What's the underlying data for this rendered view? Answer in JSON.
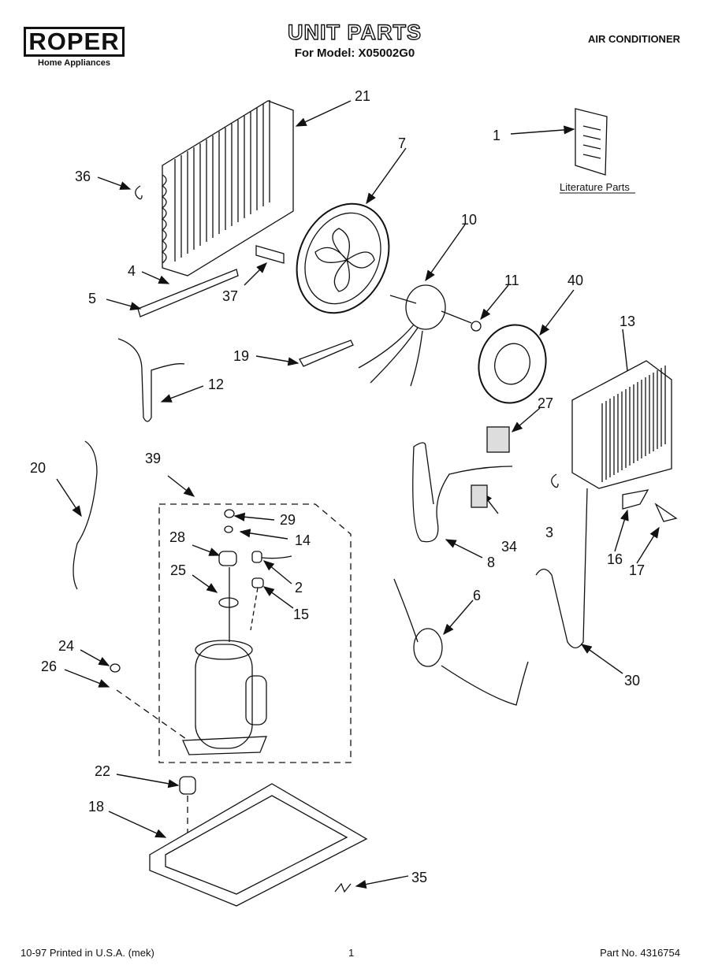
{
  "header": {
    "brand": "ROPER",
    "brand_sub": "Home Appliances",
    "title": "UNIT PARTS",
    "model_line": "For Model: X05002G0",
    "category": "AIR CONDITIONER"
  },
  "literature_label": "Literature Parts",
  "callouts": [
    {
      "n": "1"
    },
    {
      "n": "2"
    },
    {
      "n": "3"
    },
    {
      "n": "4"
    },
    {
      "n": "5"
    },
    {
      "n": "6"
    },
    {
      "n": "7"
    },
    {
      "n": "8"
    },
    {
      "n": "10"
    },
    {
      "n": "11"
    },
    {
      "n": "12"
    },
    {
      "n": "13"
    },
    {
      "n": "14"
    },
    {
      "n": "15"
    },
    {
      "n": "16"
    },
    {
      "n": "17"
    },
    {
      "n": "18"
    },
    {
      "n": "19"
    },
    {
      "n": "20"
    },
    {
      "n": "21"
    },
    {
      "n": "22"
    },
    {
      "n": "24"
    },
    {
      "n": "25"
    },
    {
      "n": "26"
    },
    {
      "n": "27"
    },
    {
      "n": "28"
    },
    {
      "n": "29"
    },
    {
      "n": "30"
    },
    {
      "n": "34"
    },
    {
      "n": "35"
    },
    {
      "n": "36"
    },
    {
      "n": "37"
    },
    {
      "n": "39"
    },
    {
      "n": "40"
    }
  ],
  "footer": {
    "left": "10-97 Printed in U.S.A. (mek)",
    "center": "1",
    "right": "Part No. 4316754"
  }
}
